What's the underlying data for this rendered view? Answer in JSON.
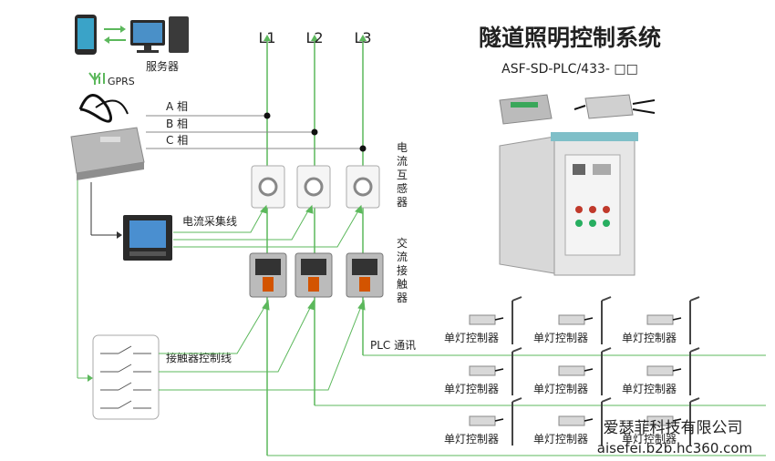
{
  "title": "隧道照明控制系统",
  "subtitle": "ASF-SD-PLC/433- □□",
  "server_label": "服务器",
  "gprs_label": "GPRS",
  "phase_lines": [
    "L1",
    "L2",
    "L3"
  ],
  "phase_labels": [
    "A 相",
    "B 相",
    "C 相"
  ],
  "current_transformer_label": [
    "电",
    "流",
    "互",
    "感",
    "器"
  ],
  "contactor_label": [
    "交",
    "流",
    "接",
    "触",
    "器"
  ],
  "current_collection_label": "电流采集线",
  "contactor_control_label": "接触器控制线",
  "plc_label": "PLC 通讯",
  "lamp_controller_label": "单灯控制器",
  "watermark_company": "爱瑟菲科技有限公司",
  "watermark_site": "aisefei.b2b.hc360.com",
  "colors": {
    "title": "#1a1a7a",
    "green_line": "#5cb85c",
    "black_line": "#333333",
    "gray_line": "#888888",
    "cabinet": "#dcdcdc",
    "device_silver": "#c8c8c8"
  }
}
